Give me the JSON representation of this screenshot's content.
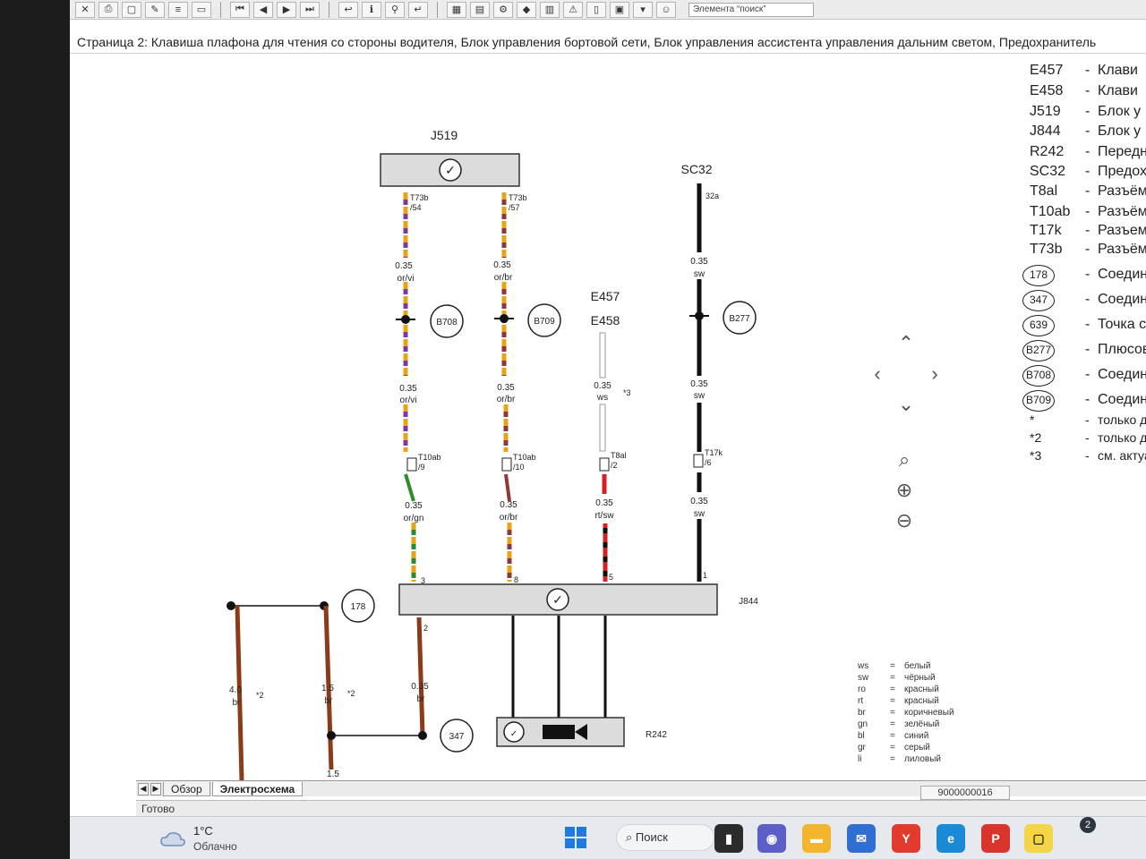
{
  "toolbar": {
    "search_value": "Элемента “поиск”"
  },
  "page_title": "Страница 2: Клавиша плафона для чтения со стороны водителя, Блок управления бортовой сети, Блок управления ассистента управления дальним светом, Предохранитель",
  "diagram": {
    "j519_label": "J519",
    "j844_label": "J844",
    "r242_label": "R242",
    "sc32_label": "SC32",
    "sc32_pin": "32a",
    "e457_label": "E457",
    "e458_label": "E458",
    "pins": {
      "t73b_54_a": "T73b",
      "t73b_54_b": "/54",
      "t73b_57_a": "T73b",
      "t73b_57_b": "/57",
      "t10ab_9_a": "T10ab",
      "t10ab_9_b": "/9",
      "t10ab_10_a": "T10ab",
      "t10ab_10_b": "/10",
      "t8al_a": "T8al",
      "t8al_b": "/2",
      "t17k_a": "T17k",
      "t17k_b": "/6",
      "j844_3": "3",
      "j844_8": "8",
      "j844_5": "5",
      "j844_1": "1",
      "j844_2": "2"
    },
    "wires": {
      "w1_top_size": "0.35",
      "w1_top_color": "or/vi",
      "w1_mid_size": "0.35",
      "w1_mid_color": "or/vi",
      "w1_bot_size": "0.35",
      "w1_bot_color": "or/gn",
      "w2_top_size": "0.35",
      "w2_top_color": "or/br",
      "w2_mid_size": "0.35",
      "w2_mid_color": "or/br",
      "w2_bot_size": "0.35",
      "w2_bot_color": "or/br",
      "w3_mid_size": "0.35",
      "w3_mid_color": "ws",
      "w3_bot_size": "0.35",
      "w3_bot_color": "rt/sw",
      "w4_top_size": "0.35",
      "w4_top_color": "sw",
      "w4_mid_size": "0.35",
      "w4_mid_color": "sw",
      "w4_bot_size": "0.35",
      "w4_bot_color": "sw",
      "g1_size": "4.0",
      "g1_color": "br",
      "g2_size": "1.5",
      "g2_color": "br",
      "g3_size": "0.35",
      "g3_color": "br",
      "g2_bottom": "1.5"
    },
    "notes": {
      "star3": "*3",
      "star2_a": "*2",
      "star2_b": "*2"
    },
    "connectors": {
      "b708": "B708",
      "b709": "B709",
      "b277": "B277",
      "c178": "178",
      "c347": "347"
    }
  },
  "legend": {
    "items": [
      {
        "code": "E457",
        "desc": "Клави"
      },
      {
        "code": "E458",
        "desc": "Клави"
      },
      {
        "code": "J519",
        "desc": "Блок у"
      },
      {
        "code": "J844",
        "desc": "Блок у"
      },
      {
        "code": "R242",
        "desc": "Передн"
      },
      {
        "code": "SC32",
        "desc": "Предох"
      },
      {
        "code": "T8al",
        "desc": "Разъём"
      },
      {
        "code": "T10ab",
        "desc": "Разъём"
      },
      {
        "code": "T17k",
        "desc": "Разъем"
      },
      {
        "code": "T73b",
        "desc": "Разъём"
      }
    ],
    "circles": [
      {
        "code": "178",
        "desc": "Соедине"
      },
      {
        "code": "347",
        "desc": "Соедине"
      },
      {
        "code": "639",
        "desc": "Точка со"
      },
      {
        "code": "B277",
        "desc": "Плюсово"
      },
      {
        "code": "B708",
        "desc": "Соедине"
      },
      {
        "code": "B709",
        "desc": "Соедине"
      }
    ],
    "notes": [
      {
        "code": "*",
        "desc": "только дл"
      },
      {
        "code": "*2",
        "desc": "только дл"
      },
      {
        "code": "*3",
        "desc": "см. актуал"
      }
    ]
  },
  "colors": [
    {
      "code": "ws",
      "name": "белый"
    },
    {
      "code": "sw",
      "name": "чёрный"
    },
    {
      "code": "ro",
      "name": "красный"
    },
    {
      "code": "rt",
      "name": "красный"
    },
    {
      "code": "br",
      "name": "коричневый"
    },
    {
      "code": "gn",
      "name": "зелёный"
    },
    {
      "code": "bl",
      "name": "синий"
    },
    {
      "code": "gr",
      "name": "серый"
    },
    {
      "code": "li",
      "name": "лиловый"
    }
  ],
  "tabs": {
    "overview": "Обзор",
    "schematic": "Электросхема"
  },
  "doc_id": "9000000016",
  "status": "Готово",
  "taskbar": {
    "temperature": "1°C",
    "weather": "Облачно",
    "search_label": "Поиск",
    "badge": "2",
    "yandex": "Y",
    "wps": "P"
  }
}
